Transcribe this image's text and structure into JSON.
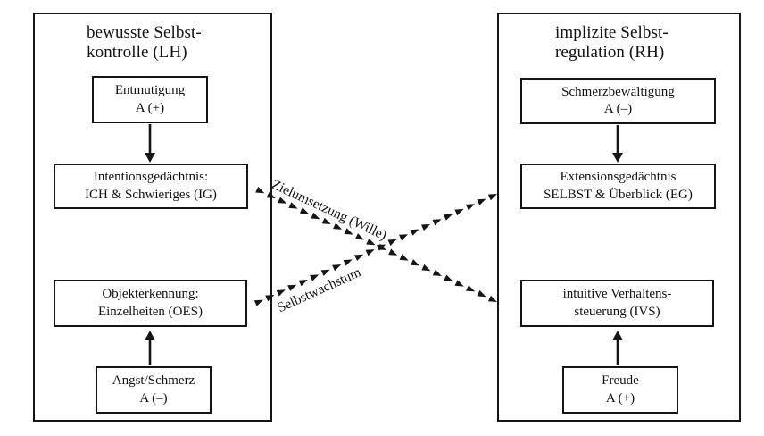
{
  "colors": {
    "ink": "#151515",
    "background": "#ffffff"
  },
  "left_panel": {
    "title": "bewusste Selbst-\nkontrolle (LH)",
    "boxes": {
      "entmutigung": {
        "line1": "Entmutigung",
        "line2": "A (+)"
      },
      "ig": {
        "line1": "Intentionsgedächtnis:",
        "line2": "ICH & Schwieriges (IG)"
      },
      "oes": {
        "line1": "Objekterkennung:",
        "line2": "Einzelheiten (OES)"
      },
      "angst": {
        "line1": "Angst/Schmerz",
        "line2": "A (–)"
      }
    }
  },
  "right_panel": {
    "title": "implizite Selbst-\nregulation (RH)",
    "boxes": {
      "schmerzbewaeltigung": {
        "line1": "Schmerzbewältigung",
        "line2": "A (–)"
      },
      "eg": {
        "line1": "Extensionsgedächtnis",
        "line2": "SELBST & Überblick (EG)"
      },
      "ivs": {
        "line1": "intuitive Verhaltens-",
        "line2": "steuerung (IVS)"
      },
      "freude": {
        "line1": "Freude",
        "line2": "A (+)"
      }
    }
  },
  "cross_links": {
    "zielumsetzung": {
      "label": "Zielumsetzung (Wille)",
      "from": "IG",
      "to": "IVS"
    },
    "selbstwachstum": {
      "label": "Selbstwachstum",
      "from": "OES",
      "to": "EG"
    }
  }
}
